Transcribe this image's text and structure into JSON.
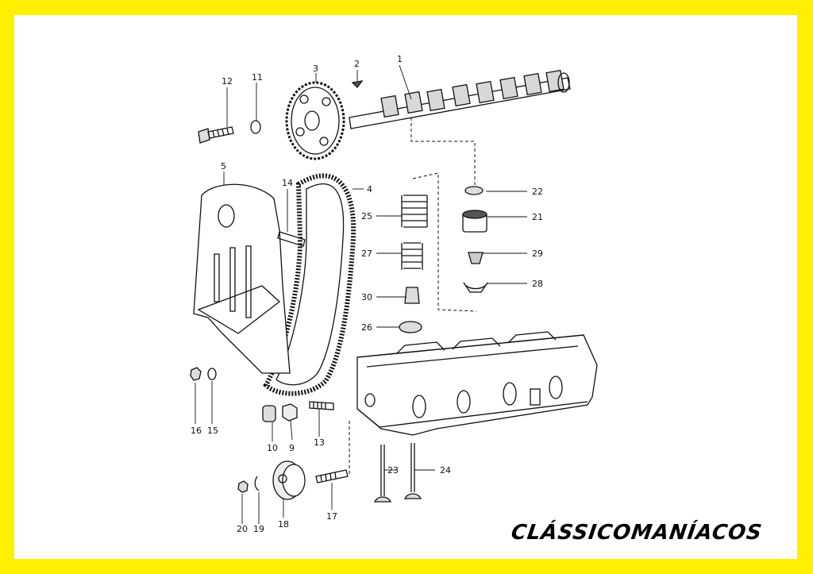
{
  "brand": {
    "text": "CLÁSSICOMANÍACOS"
  },
  "colors": {
    "border": "#ffef00",
    "ink": "#111111",
    "background": "#ffffff"
  },
  "callouts": {
    "c1": "1",
    "c2": "2",
    "c3": "3",
    "c4": "4",
    "c5": "5",
    "c9": "9",
    "c10": "10",
    "c11": "11",
    "c12": "12",
    "c13": "13",
    "c14": "14",
    "c15": "15",
    "c16": "16",
    "c17": "17",
    "c18": "18",
    "c19": "19",
    "c20": "20",
    "c21": "21",
    "c22": "22",
    "c23": "23",
    "c24": "24",
    "c25": "25",
    "c26": "26",
    "c27": "27",
    "c28": "28",
    "c29": "29",
    "c30": "30"
  }
}
